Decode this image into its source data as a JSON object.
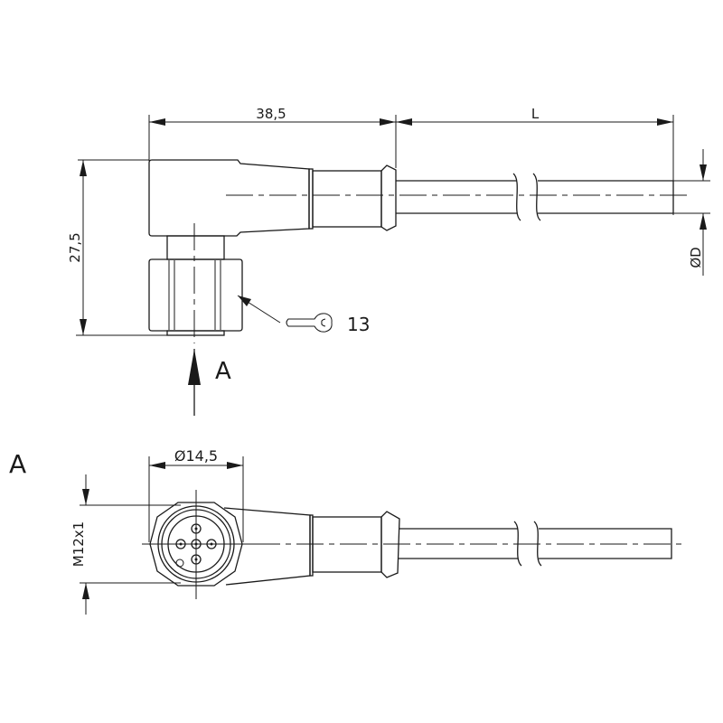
{
  "top_view": {
    "dim_length_connector": "38,5",
    "dim_cable_length": "L",
    "dim_height": "27,5",
    "wrench_size": "13",
    "view_arrow_label": "A",
    "dim_cable_diameter": "ØD"
  },
  "bottom_view": {
    "view_label": "A",
    "dim_nut_diameter": "Ø14,5",
    "dim_thread": "M12x1"
  },
  "colors": {
    "line": "#1a1a1a",
    "background": "#ffffff"
  }
}
